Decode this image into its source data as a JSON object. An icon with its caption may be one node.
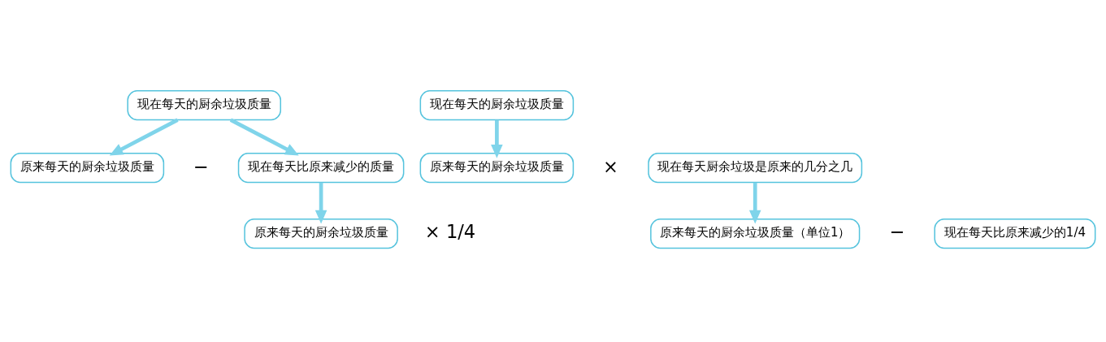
{
  "diagram": {
    "nodes": [
      {
        "text": [
          "现在每天的厨余垃圾质量"
        ]
      },
      {
        "text": [
          "现在每天的厨余垃圾质量"
        ]
      },
      {
        "text": [
          "原来每天的厨余垃圾质量"
        ]
      },
      {
        "text": [
          "现在每天比原来减少的质量"
        ]
      },
      {
        "text": [
          "原来每天的厨余垃圾质量"
        ]
      },
      {
        "text": [
          "现在每天厨余垃圾是原来的几分之几"
        ]
      },
      {
        "text": [
          "原来每天的厨余垃圾质量"
        ]
      },
      {
        "text": [
          "原来每天的厨余垃圾质量（单位1）"
        ]
      },
      {
        "text": [
          "现在每天比原来减少的1/4"
        ]
      }
    ],
    "edges": [
      {
        "from": 0,
        "to": 2,
        "arrow": "to"
      },
      {
        "from": 0,
        "to": 3,
        "arrow": "to"
      },
      {
        "from": 1,
        "to": 4,
        "arrow": "to"
      },
      {
        "from": 3,
        "to": 6,
        "arrow": "to"
      },
      {
        "from": 5,
        "to": 7,
        "arrow": "to"
      }
    ],
    "labels": [
      "−",
      "×",
      "× 1/4",
      "−"
    ]
  }
}
